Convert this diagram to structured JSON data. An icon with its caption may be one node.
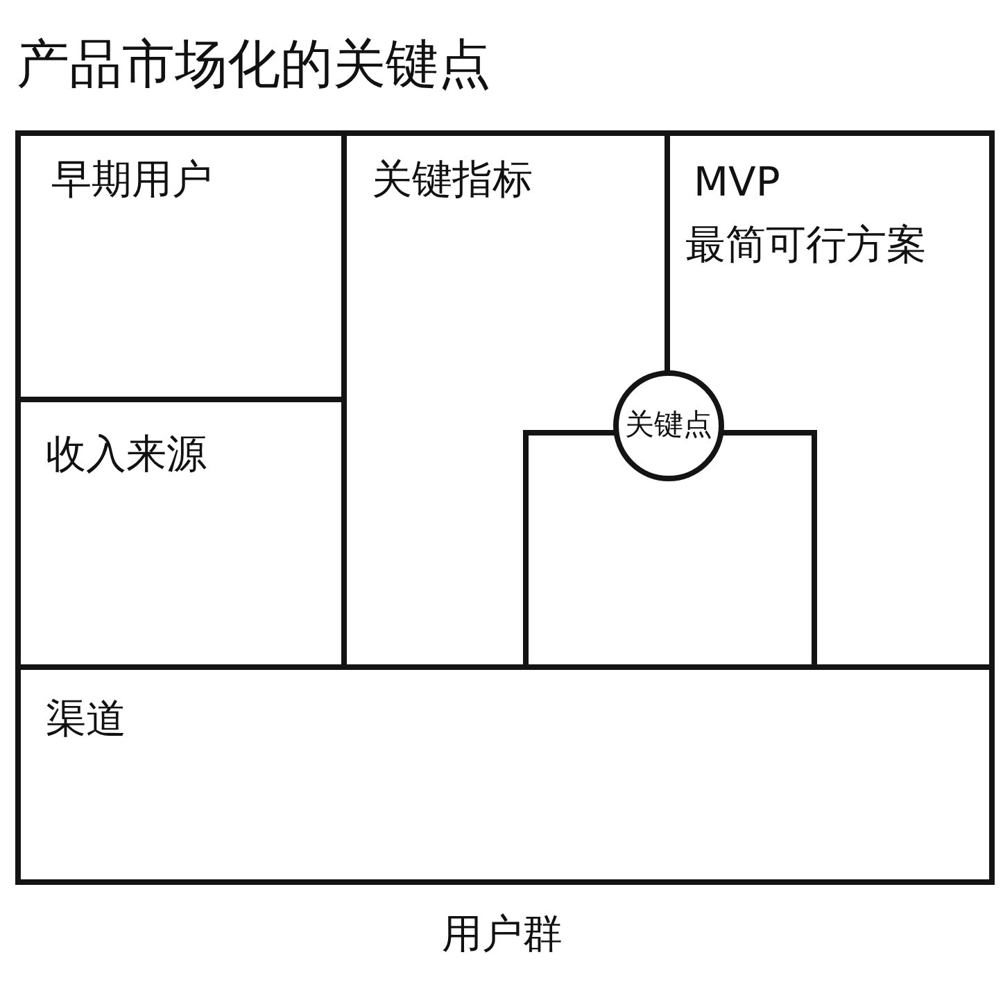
{
  "diagram": {
    "title": "产品市场化的关键点",
    "caption": "用户群",
    "nodes": [
      {
        "text": [
          "早期用户"
        ]
      },
      {
        "text": [
          "关键指标"
        ]
      },
      {
        "text": [
          "MVP",
          "最简可行方案"
        ]
      },
      {
        "text": [
          "收入来源"
        ]
      },
      {
        "text": [
          "关键点"
        ]
      },
      {
        "text": [],
        "shape": "box"
      },
      {
        "text": [
          "渠道"
        ]
      }
    ]
  }
}
